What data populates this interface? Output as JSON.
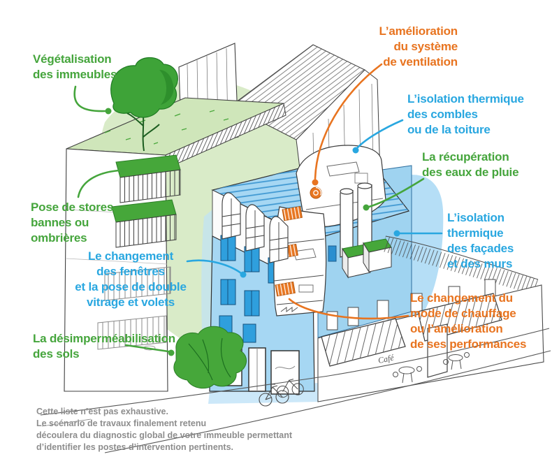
{
  "colors": {
    "green": "#45a53c",
    "blue": "#29a7e0",
    "orange": "#e87420",
    "footer_gray": "#8d8d8d",
    "wash_green": "#d9ebc8",
    "building_blue": "#a6d7f3",
    "accent_dark_green": "#2b7d26"
  },
  "annotations": [
    {
      "id": "vegetalisation",
      "theme": "green",
      "lines": [
        "Végétalisation",
        "des immeubles"
      ]
    },
    {
      "id": "stores-bannes",
      "theme": "green",
      "lines": [
        "Pose de stores",
        "bannes ou",
        "ombrières"
      ]
    },
    {
      "id": "fenetres",
      "theme": "blue",
      "lines": [
        "Le changement",
        "des fenêtres",
        "et la pose de double",
        "vitrage et volets"
      ]
    },
    {
      "id": "ventilation",
      "theme": "orange",
      "lines": [
        "L’amélioration",
        "du système",
        "de ventilation"
      ]
    },
    {
      "id": "combles",
      "theme": "blue",
      "lines": [
        "L’isolation thermique",
        "des combles",
        "ou de la toiture"
      ]
    },
    {
      "id": "eaux-pluie",
      "theme": "green",
      "lines": [
        "La récupération",
        "des eaux de pluie"
      ]
    },
    {
      "id": "facades",
      "theme": "blue",
      "lines": [
        "L’isolation",
        "thermique",
        "des façades",
        "et des murs"
      ]
    },
    {
      "id": "chauffage",
      "theme": "orange",
      "lines": [
        "Le changement du",
        "mode de chauffage",
        "ou l’amélioration",
        "de ses performances"
      ]
    },
    {
      "id": "sols",
      "theme": "green",
      "lines": [
        "La désimperméabilisation",
        "des sols"
      ]
    }
  ],
  "illustration": {
    "cafe_sign": "Café"
  },
  "footer": {
    "lines": [
      "Cette liste n’est pas exhaustive.",
      "Le scénario de travaux finalement retenu",
      "découlera du diagnostic global de votre immeuble permettant",
      "d’identifier les postes d’intervention pertinents."
    ]
  }
}
